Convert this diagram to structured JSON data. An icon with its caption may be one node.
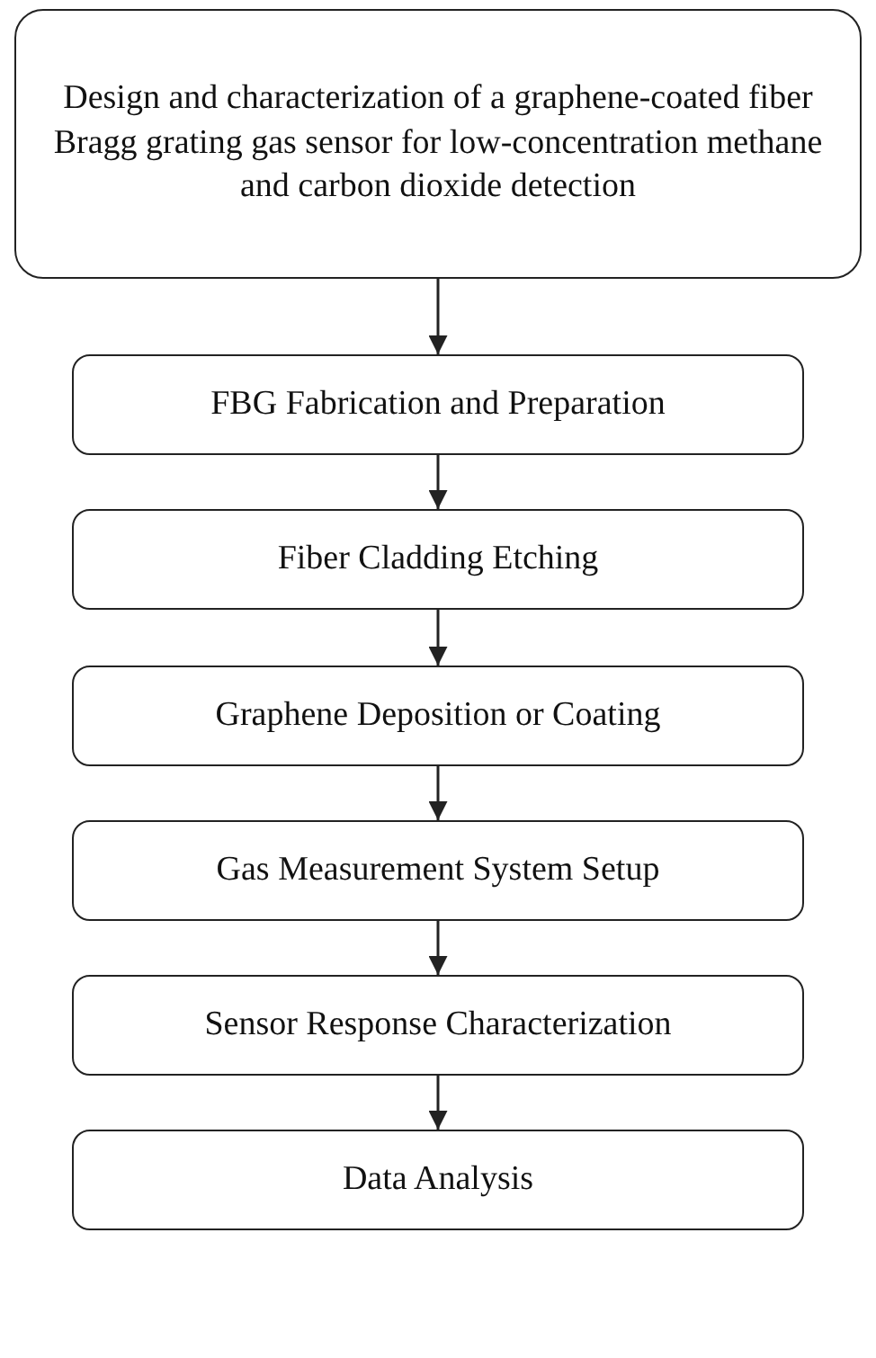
{
  "diagram": {
    "nodes": [
      {
        "text": [
          "Design and characterization of a graphene-coated fiber Bragg grating gas sensor for low-concentration methane and carbon dioxide detection"
        ]
      },
      {
        "text": [
          "FBG Fabrication and Preparation"
        ]
      },
      {
        "text": [
          "Fiber Cladding Etching"
        ]
      },
      {
        "text": [
          "Graphene Deposition or Coating"
        ]
      },
      {
        "text": [
          "Gas Measurement System Setup"
        ]
      },
      {
        "text": [
          "Sensor Response Characterization"
        ]
      },
      {
        "text": [
          "Data Analysis"
        ]
      }
    ],
    "edges": [
      {
        "from": 0,
        "to": 1,
        "arrow": "to"
      },
      {
        "from": 1,
        "to": 2,
        "arrow": "to"
      },
      {
        "from": 2,
        "to": 3,
        "arrow": "to"
      },
      {
        "from": 3,
        "to": 4,
        "arrow": "to"
      },
      {
        "from": 4,
        "to": 5,
        "arrow": "to"
      },
      {
        "from": 5,
        "to": 6,
        "arrow": "to"
      }
    ]
  }
}
